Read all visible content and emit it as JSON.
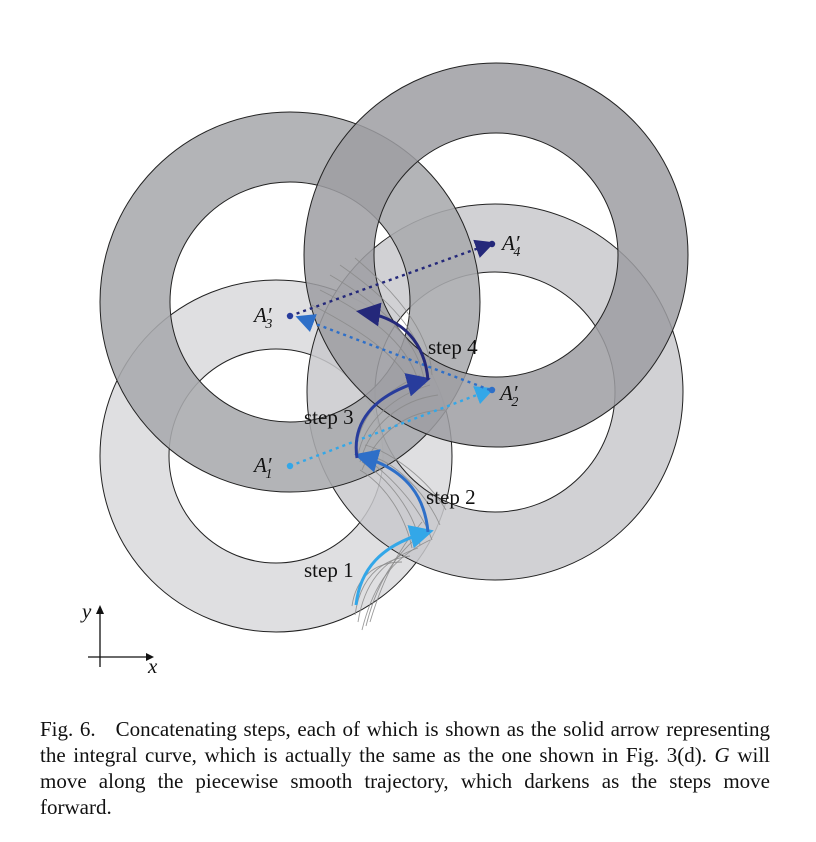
{
  "figure": {
    "labels": {
      "a1": "A",
      "a1_sub": "1",
      "a2": "A",
      "a2_sub": "2",
      "a3": "A",
      "a3_sub": "3",
      "a4": "A",
      "a4_sub": "4",
      "prime": "′",
      "step1": "step 1",
      "step2": "step 2",
      "step3": "step 3",
      "step4": "step 4",
      "axis_x": "x",
      "axis_y": "y"
    },
    "colors": {
      "ring_light": "#dcdcde",
      "ring_mid": "#c9c9cc",
      "ring_dark": "#9d9ea2",
      "step1": "#33a7e8",
      "step2": "#2e6fc8",
      "step3": "#283c9c",
      "step4": "#24287a",
      "fan": "#8a8a8a"
    }
  },
  "caption": {
    "prefix": "Fig. 6.",
    "part1": "Concatenating steps, each of which is shown as the solid arrow representing the integral curve, which is actually the same as the one shown in Fig. 3(d).",
    "g_symbol": "G",
    "part2": "will move along the piecewise smooth trajectory, which darkens as the steps move forward."
  }
}
